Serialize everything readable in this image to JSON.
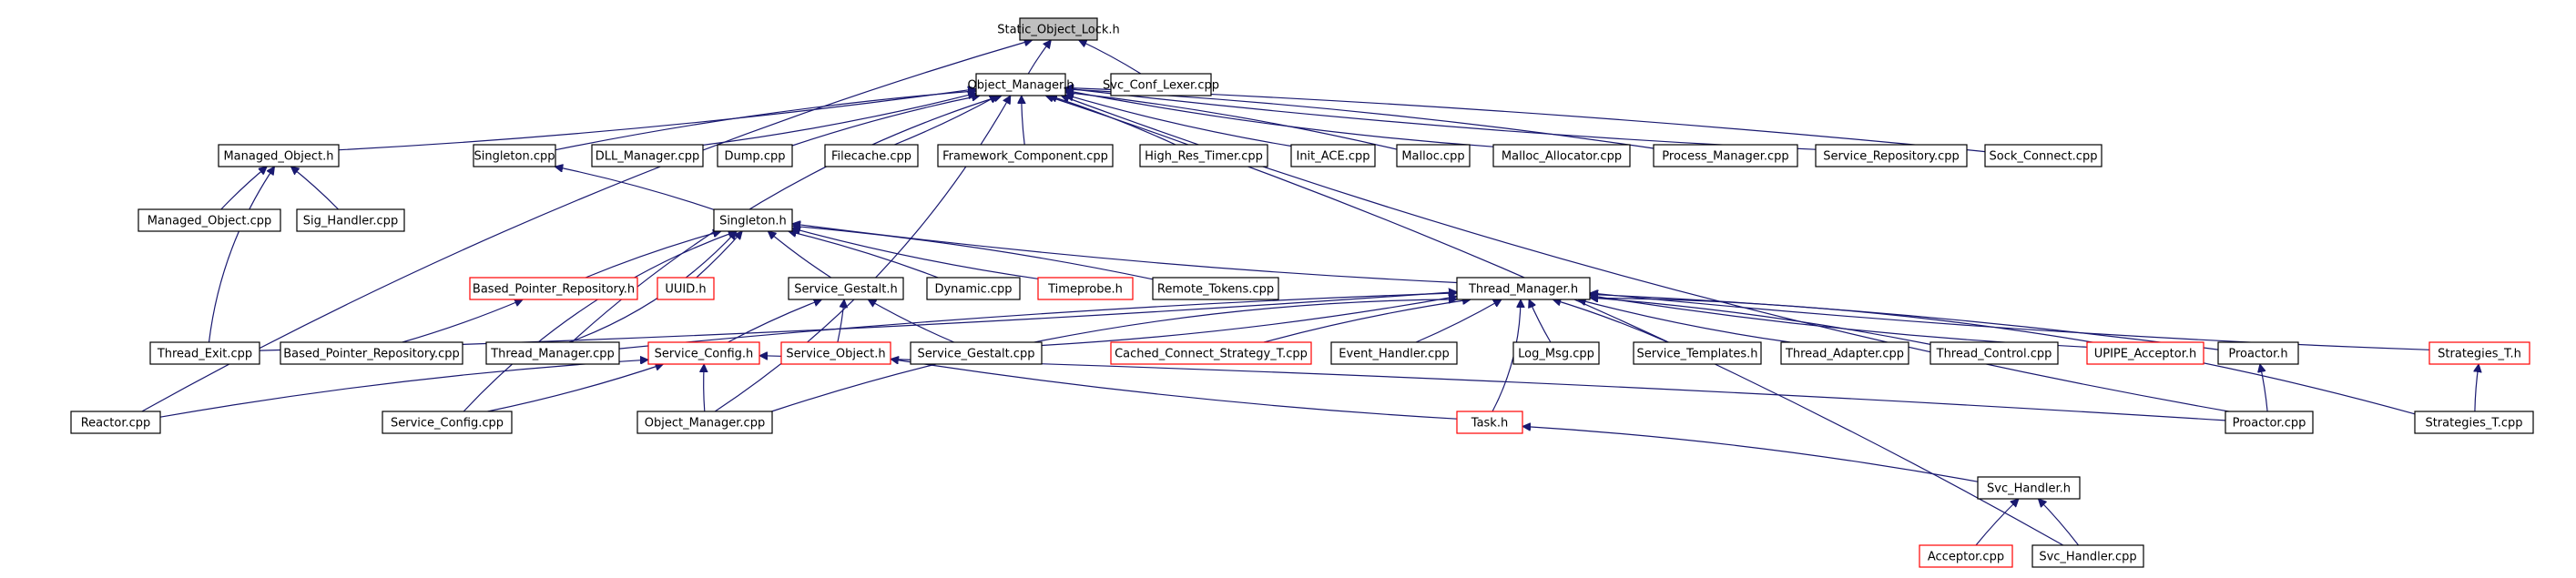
{
  "graph": {
    "nodes": [
      {
        "id": "static_object_lock_h",
        "label": "Static_Object_Lock.h",
        "style": "root"
      },
      {
        "id": "object_manager_h",
        "label": "Object_Manager.h",
        "style": "normal"
      },
      {
        "id": "svc_conf_lexer_cpp",
        "label": "Svc_Conf_Lexer.cpp",
        "style": "normal"
      },
      {
        "id": "managed_object_h",
        "label": "Managed_Object.h",
        "style": "normal"
      },
      {
        "id": "singleton_cpp",
        "label": "Singleton.cpp",
        "style": "normal"
      },
      {
        "id": "dll_manager_cpp",
        "label": "DLL_Manager.cpp",
        "style": "normal"
      },
      {
        "id": "dump_cpp",
        "label": "Dump.cpp",
        "style": "normal"
      },
      {
        "id": "filecache_cpp",
        "label": "Filecache.cpp",
        "style": "normal"
      },
      {
        "id": "framework_component_cpp",
        "label": "Framework_Component.cpp",
        "style": "normal"
      },
      {
        "id": "high_res_timer_cpp",
        "label": "High_Res_Timer.cpp",
        "style": "normal"
      },
      {
        "id": "init_ace_cpp",
        "label": "Init_ACE.cpp",
        "style": "normal"
      },
      {
        "id": "malloc_cpp",
        "label": "Malloc.cpp",
        "style": "normal"
      },
      {
        "id": "malloc_allocator_cpp",
        "label": "Malloc_Allocator.cpp",
        "style": "normal"
      },
      {
        "id": "process_manager_cpp",
        "label": "Process_Manager.cpp",
        "style": "normal"
      },
      {
        "id": "service_repository_cpp",
        "label": "Service_Repository.cpp",
        "style": "normal"
      },
      {
        "id": "sock_connect_cpp",
        "label": "Sock_Connect.cpp",
        "style": "normal"
      },
      {
        "id": "managed_object_cpp",
        "label": "Managed_Object.cpp",
        "style": "normal"
      },
      {
        "id": "sig_handler_cpp",
        "label": "Sig_Handler.cpp",
        "style": "normal"
      },
      {
        "id": "singleton_h",
        "label": "Singleton.h",
        "style": "normal"
      },
      {
        "id": "based_pointer_repository_h",
        "label": "Based_Pointer_Repository.h",
        "style": "red"
      },
      {
        "id": "uuid_h",
        "label": "UUID.h",
        "style": "red"
      },
      {
        "id": "service_gestalt_h",
        "label": "Service_Gestalt.h",
        "style": "normal"
      },
      {
        "id": "dynamic_cpp",
        "label": "Dynamic.cpp",
        "style": "normal"
      },
      {
        "id": "timeprobe_h",
        "label": "Timeprobe.h",
        "style": "red"
      },
      {
        "id": "remote_tokens_cpp",
        "label": "Remote_Tokens.cpp",
        "style": "normal"
      },
      {
        "id": "thread_manager_h",
        "label": "Thread_Manager.h",
        "style": "normal"
      },
      {
        "id": "thread_exit_cpp",
        "label": "Thread_Exit.cpp",
        "style": "normal"
      },
      {
        "id": "based_pointer_repository_cpp",
        "label": "Based_Pointer_Repository.cpp",
        "style": "normal"
      },
      {
        "id": "thread_manager_cpp",
        "label": "Thread_Manager.cpp",
        "style": "normal"
      },
      {
        "id": "service_config_h",
        "label": "Service_Config.h",
        "style": "red"
      },
      {
        "id": "service_object_h",
        "label": "Service_Object.h",
        "style": "red"
      },
      {
        "id": "service_gestalt_cpp",
        "label": "Service_Gestalt.cpp",
        "style": "normal"
      },
      {
        "id": "cached_connect_strategy_t_cpp",
        "label": "Cached_Connect_Strategy_T.cpp",
        "style": "red"
      },
      {
        "id": "event_handler_cpp",
        "label": "Event_Handler.cpp",
        "style": "normal"
      },
      {
        "id": "log_msg_cpp",
        "label": "Log_Msg.cpp",
        "style": "normal"
      },
      {
        "id": "service_templates_h",
        "label": "Service_Templates.h",
        "style": "normal"
      },
      {
        "id": "thread_adapter_cpp",
        "label": "Thread_Adapter.cpp",
        "style": "normal"
      },
      {
        "id": "thread_control_cpp",
        "label": "Thread_Control.cpp",
        "style": "normal"
      },
      {
        "id": "upipe_acceptor_h",
        "label": "UPIPE_Acceptor.h",
        "style": "red"
      },
      {
        "id": "proactor_h",
        "label": "Proactor.h",
        "style": "normal"
      },
      {
        "id": "strategies_t_h",
        "label": "Strategies_T.h",
        "style": "red"
      },
      {
        "id": "reactor_cpp",
        "label": "Reactor.cpp",
        "style": "normal"
      },
      {
        "id": "service_config_cpp",
        "label": "Service_Config.cpp",
        "style": "normal"
      },
      {
        "id": "object_manager_cpp",
        "label": "Object_Manager.cpp",
        "style": "normal"
      },
      {
        "id": "task_h",
        "label": "Task.h",
        "style": "red"
      },
      {
        "id": "proactor_cpp",
        "label": "Proactor.cpp",
        "style": "normal"
      },
      {
        "id": "strategies_t_cpp",
        "label": "Strategies_T.cpp",
        "style": "normal"
      },
      {
        "id": "svc_handler_h",
        "label": "Svc_Handler.h",
        "style": "normal"
      },
      {
        "id": "acceptor_cpp",
        "label": "Acceptor.cpp",
        "style": "red"
      },
      {
        "id": "svc_handler_cpp",
        "label": "Svc_Handler.cpp",
        "style": "normal"
      }
    ],
    "edges": [
      {
        "from": "object_manager_h",
        "to": "static_object_lock_h"
      },
      {
        "from": "svc_conf_lexer_cpp",
        "to": "static_object_lock_h"
      },
      {
        "from": "reactor_cpp",
        "to": "static_object_lock_h"
      },
      {
        "from": "managed_object_h",
        "to": "object_manager_h"
      },
      {
        "from": "singleton_cpp",
        "to": "object_manager_h"
      },
      {
        "from": "dll_manager_cpp",
        "to": "object_manager_h"
      },
      {
        "from": "dump_cpp",
        "to": "object_manager_h"
      },
      {
        "from": "filecache_cpp",
        "to": "object_manager_h"
      },
      {
        "from": "framework_component_cpp",
        "to": "object_manager_h"
      },
      {
        "from": "high_res_timer_cpp",
        "to": "object_manager_h"
      },
      {
        "from": "init_ace_cpp",
        "to": "object_manager_h"
      },
      {
        "from": "malloc_cpp",
        "to": "object_manager_h"
      },
      {
        "from": "malloc_allocator_cpp",
        "to": "object_manager_h"
      },
      {
        "from": "process_manager_cpp",
        "to": "object_manager_h"
      },
      {
        "from": "service_repository_cpp",
        "to": "object_manager_h"
      },
      {
        "from": "sock_connect_cpp",
        "to": "object_manager_h"
      },
      {
        "from": "thread_manager_cpp",
        "to": "object_manager_h"
      },
      {
        "from": "object_manager_cpp",
        "to": "object_manager_h"
      },
      {
        "from": "proactor_cpp",
        "to": "object_manager_h"
      },
      {
        "from": "svc_handler_cpp",
        "to": "object_manager_h"
      },
      {
        "from": "managed_object_cpp",
        "to": "managed_object_h"
      },
      {
        "from": "sig_handler_cpp",
        "to": "managed_object_h"
      },
      {
        "from": "thread_exit_cpp",
        "to": "managed_object_h"
      },
      {
        "from": "singleton_h",
        "to": "singleton_cpp"
      },
      {
        "from": "based_pointer_repository_h",
        "to": "singleton_h"
      },
      {
        "from": "uuid_h",
        "to": "singleton_h"
      },
      {
        "from": "service_gestalt_h",
        "to": "singleton_h"
      },
      {
        "from": "dynamic_cpp",
        "to": "singleton_h"
      },
      {
        "from": "timeprobe_h",
        "to": "singleton_h"
      },
      {
        "from": "remote_tokens_cpp",
        "to": "singleton_h"
      },
      {
        "from": "thread_manager_h",
        "to": "singleton_h"
      },
      {
        "from": "thread_manager_cpp",
        "to": "singleton_h"
      },
      {
        "from": "service_config_cpp",
        "to": "singleton_h"
      },
      {
        "from": "based_pointer_repository_cpp",
        "to": "based_pointer_repository_h"
      },
      {
        "from": "service_config_h",
        "to": "service_gestalt_h"
      },
      {
        "from": "service_object_h",
        "to": "service_gestalt_h"
      },
      {
        "from": "service_gestalt_cpp",
        "to": "service_gestalt_h"
      },
      {
        "from": "thread_exit_cpp",
        "to": "thread_manager_h"
      },
      {
        "from": "thread_manager_cpp",
        "to": "thread_manager_h"
      },
      {
        "from": "service_gestalt_cpp",
        "to": "thread_manager_h"
      },
      {
        "from": "cached_connect_strategy_t_cpp",
        "to": "thread_manager_h"
      },
      {
        "from": "event_handler_cpp",
        "to": "thread_manager_h"
      },
      {
        "from": "log_msg_cpp",
        "to": "thread_manager_h"
      },
      {
        "from": "service_templates_h",
        "to": "thread_manager_h"
      },
      {
        "from": "thread_adapter_cpp",
        "to": "thread_manager_h"
      },
      {
        "from": "thread_control_cpp",
        "to": "thread_manager_h"
      },
      {
        "from": "upipe_acceptor_h",
        "to": "thread_manager_h"
      },
      {
        "from": "proactor_h",
        "to": "thread_manager_h"
      },
      {
        "from": "strategies_t_h",
        "to": "thread_manager_h"
      },
      {
        "from": "task_h",
        "to": "thread_manager_h"
      },
      {
        "from": "object_manager_cpp",
        "to": "thread_manager_h"
      },
      {
        "from": "strategies_t_cpp",
        "to": "thread_manager_h"
      },
      {
        "from": "reactor_cpp",
        "to": "service_config_h"
      },
      {
        "from": "service_config_cpp",
        "to": "service_config_h"
      },
      {
        "from": "object_manager_cpp",
        "to": "service_config_h"
      },
      {
        "from": "proactor_cpp",
        "to": "service_config_h"
      },
      {
        "from": "task_h",
        "to": "service_object_h"
      },
      {
        "from": "proactor_cpp",
        "to": "proactor_h"
      },
      {
        "from": "strategies_t_cpp",
        "to": "strategies_t_h"
      },
      {
        "from": "svc_handler_h",
        "to": "task_h"
      },
      {
        "from": "acceptor_cpp",
        "to": "svc_handler_h"
      },
      {
        "from": "svc_handler_cpp",
        "to": "svc_handler_h"
      }
    ]
  }
}
